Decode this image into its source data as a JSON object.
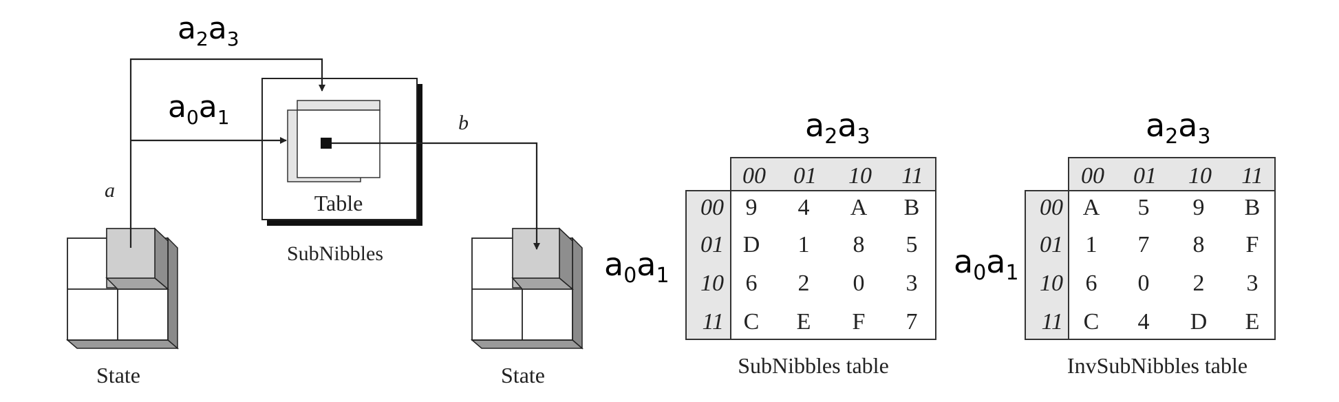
{
  "left_diagram": {
    "label_a2a3": {
      "base": "a",
      "sub1": "2",
      "base2": "a",
      "sub2": "3"
    },
    "label_a0a1": {
      "base": "a",
      "sub1": "0",
      "base2": "a",
      "sub2": "1"
    },
    "label_a": "a",
    "label_b": "b",
    "table_label": "Table",
    "subnibbles_label": "SubNibbles",
    "state_left_label": "State",
    "state_right_label": "State"
  },
  "subnibbles_table": {
    "col_header_label": {
      "base": "a",
      "sub1": "2",
      "base2": "a",
      "sub2": "3"
    },
    "row_header_label": {
      "base": "a",
      "sub1": "0",
      "base2": "a",
      "sub2": "1"
    },
    "columns": [
      "00",
      "01",
      "10",
      "11"
    ],
    "rows": [
      {
        "key": "00",
        "cells": [
          "9",
          "4",
          "A",
          "B"
        ]
      },
      {
        "key": "01",
        "cells": [
          "D",
          "1",
          "8",
          "5"
        ]
      },
      {
        "key": "10",
        "cells": [
          "6",
          "2",
          "0",
          "3"
        ]
      },
      {
        "key": "11",
        "cells": [
          "C",
          "E",
          "F",
          "7"
        ]
      }
    ],
    "caption": "SubNibbles table"
  },
  "invsubnibbles_table": {
    "col_header_label": {
      "base": "a",
      "sub1": "2",
      "base2": "a",
      "sub2": "3"
    },
    "row_header_label": {
      "base": "a",
      "sub1": "0",
      "base2": "a",
      "sub2": "1"
    },
    "columns": [
      "00",
      "01",
      "10",
      "11"
    ],
    "rows": [
      {
        "key": "00",
        "cells": [
          "A",
          "5",
          "9",
          "B"
        ]
      },
      {
        "key": "01",
        "cells": [
          "1",
          "7",
          "8",
          "F"
        ]
      },
      {
        "key": "10",
        "cells": [
          "6",
          "0",
          "2",
          "3"
        ]
      },
      {
        "key": "11",
        "cells": [
          "C",
          "4",
          "D",
          "E"
        ]
      }
    ],
    "caption": "InvSubNibbles table"
  }
}
